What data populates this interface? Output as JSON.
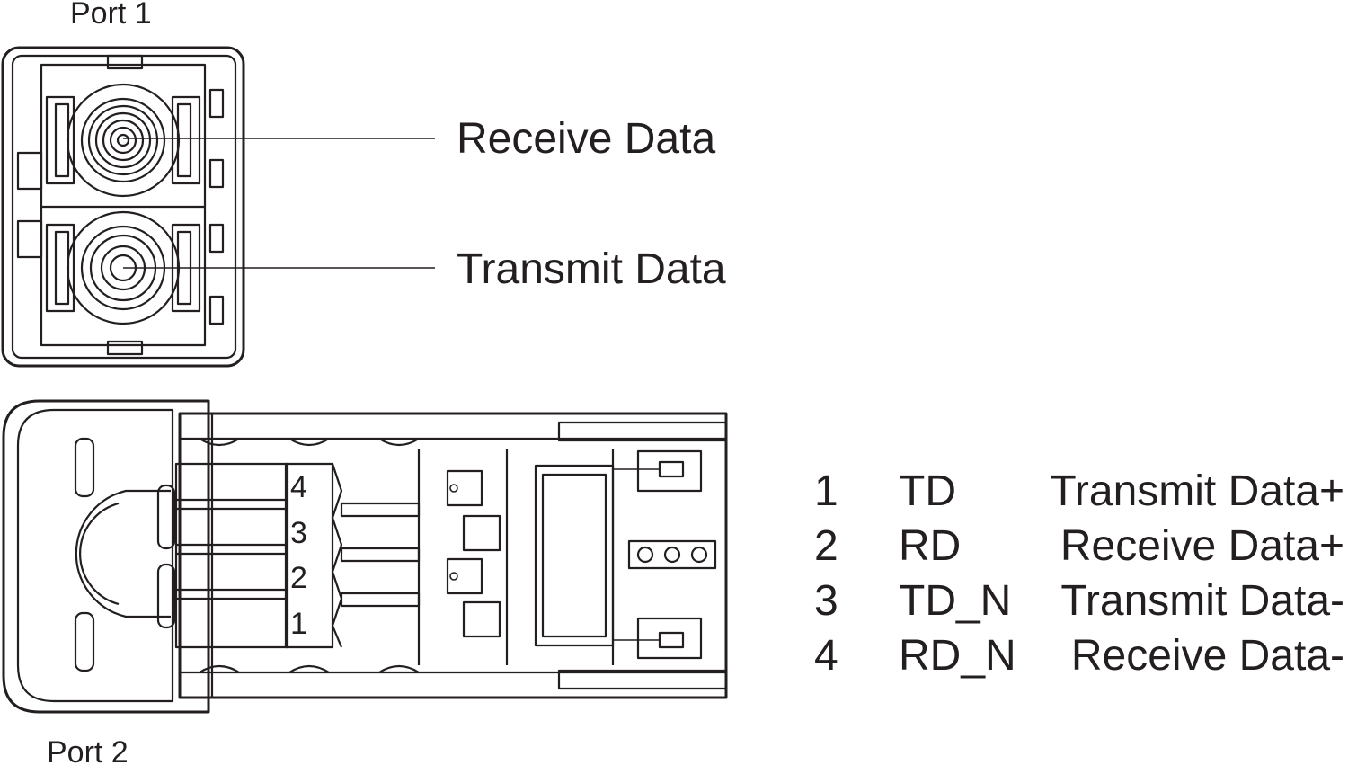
{
  "port1_label": "Port 1",
  "port2_label": "Port 2",
  "callouts": {
    "receive": "Receive Data",
    "transmit": "Transmit Data"
  },
  "contact_numbers": [
    "4",
    "3",
    "2",
    "1"
  ],
  "pin_table": [
    {
      "pin": "1",
      "signal": "TD",
      "description": "Transmit Data+"
    },
    {
      "pin": "2",
      "signal": "RD",
      "description": "Receive Data+"
    },
    {
      "pin": "3",
      "signal": "TD_N",
      "description": "Transmit Data-"
    },
    {
      "pin": "4",
      "signal": "RD_N",
      "description": "Receive Data-"
    }
  ],
  "colors": {
    "line": "#231f20",
    "background": "#ffffff"
  }
}
